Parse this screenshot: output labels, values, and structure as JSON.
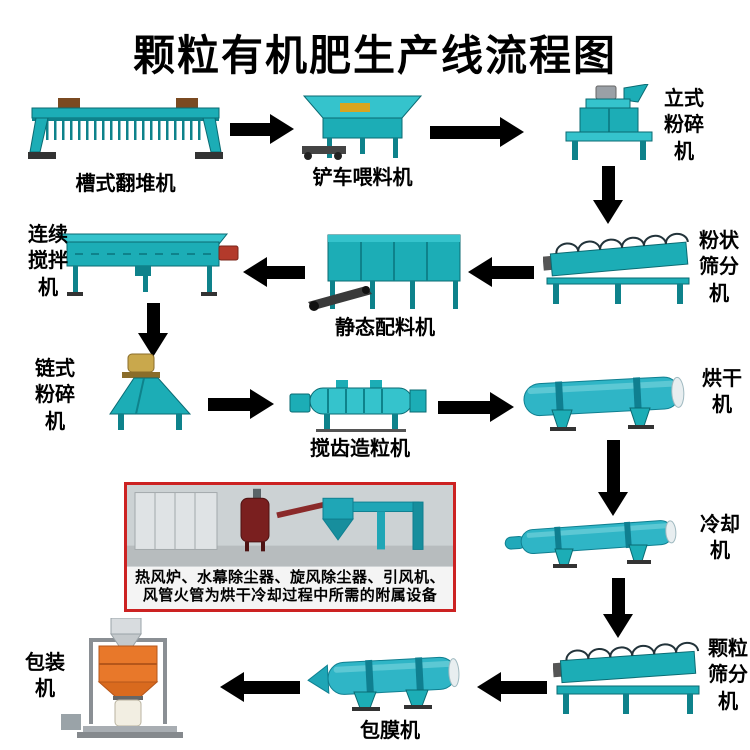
{
  "title": "颗粒有机肥生产线流程图",
  "machines": {
    "trough_turner": "槽式翻堆机",
    "loader_feeder": "铲车喂料机",
    "vertical_crusher": "立式粉碎机",
    "powder_screener": "粉状筛分机",
    "static_batcher": "静态配料机",
    "continuous_mixer": "连续搅拌机",
    "chain_crusher": "链式粉碎机",
    "tooth_granulator": "搅齿造粒机",
    "dryer": "烘干机",
    "cooler": "冷却机",
    "granule_screener": "颗粒筛分机",
    "coating_machine": "包膜机",
    "packing_machine": "包装机"
  },
  "inset": {
    "line1": "热风炉、水幕除尘器、旋风除尘器、引风机、",
    "line2": "风管火管为烘干冷却过程中所需的附属设备"
  },
  "colors": {
    "machine_teal": "#1cadb6",
    "packer_orange": "#e8782a",
    "inset_border_red": "#cc2222",
    "arrow_black": "#000000"
  }
}
